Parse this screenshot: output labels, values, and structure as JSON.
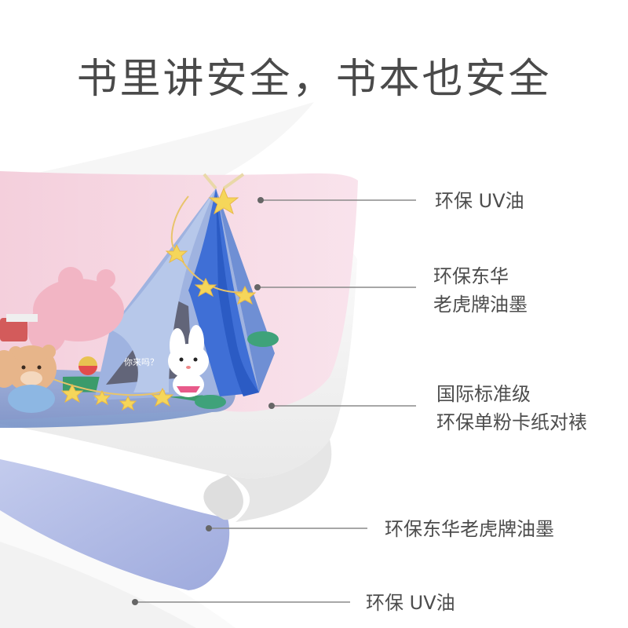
{
  "title": "书里讲安全，书本也安全",
  "inner_text": "你来吗？",
  "callouts": [
    {
      "lines": [
        "环保 UV油"
      ]
    },
    {
      "lines": [
        "环保东华",
        "老虎牌油墨"
      ]
    },
    {
      "lines": [
        "国际标准级",
        "环保单粉卡纸对裱"
      ]
    },
    {
      "lines": [
        "环保东华老虎牌油墨"
      ]
    },
    {
      "lines": [
        "环保 UV油"
      ]
    }
  ],
  "colors": {
    "title": "#4a4a4a",
    "text": "#4d4d4d",
    "leader_line": "#8a8a8a",
    "dot": "#666666",
    "page_pink": "#f7d8e4",
    "board_white": "#f4f4f4",
    "back_blue": "#aeb9e4",
    "tent_blue": "#3f6fd6",
    "star": "#f5d65a"
  }
}
